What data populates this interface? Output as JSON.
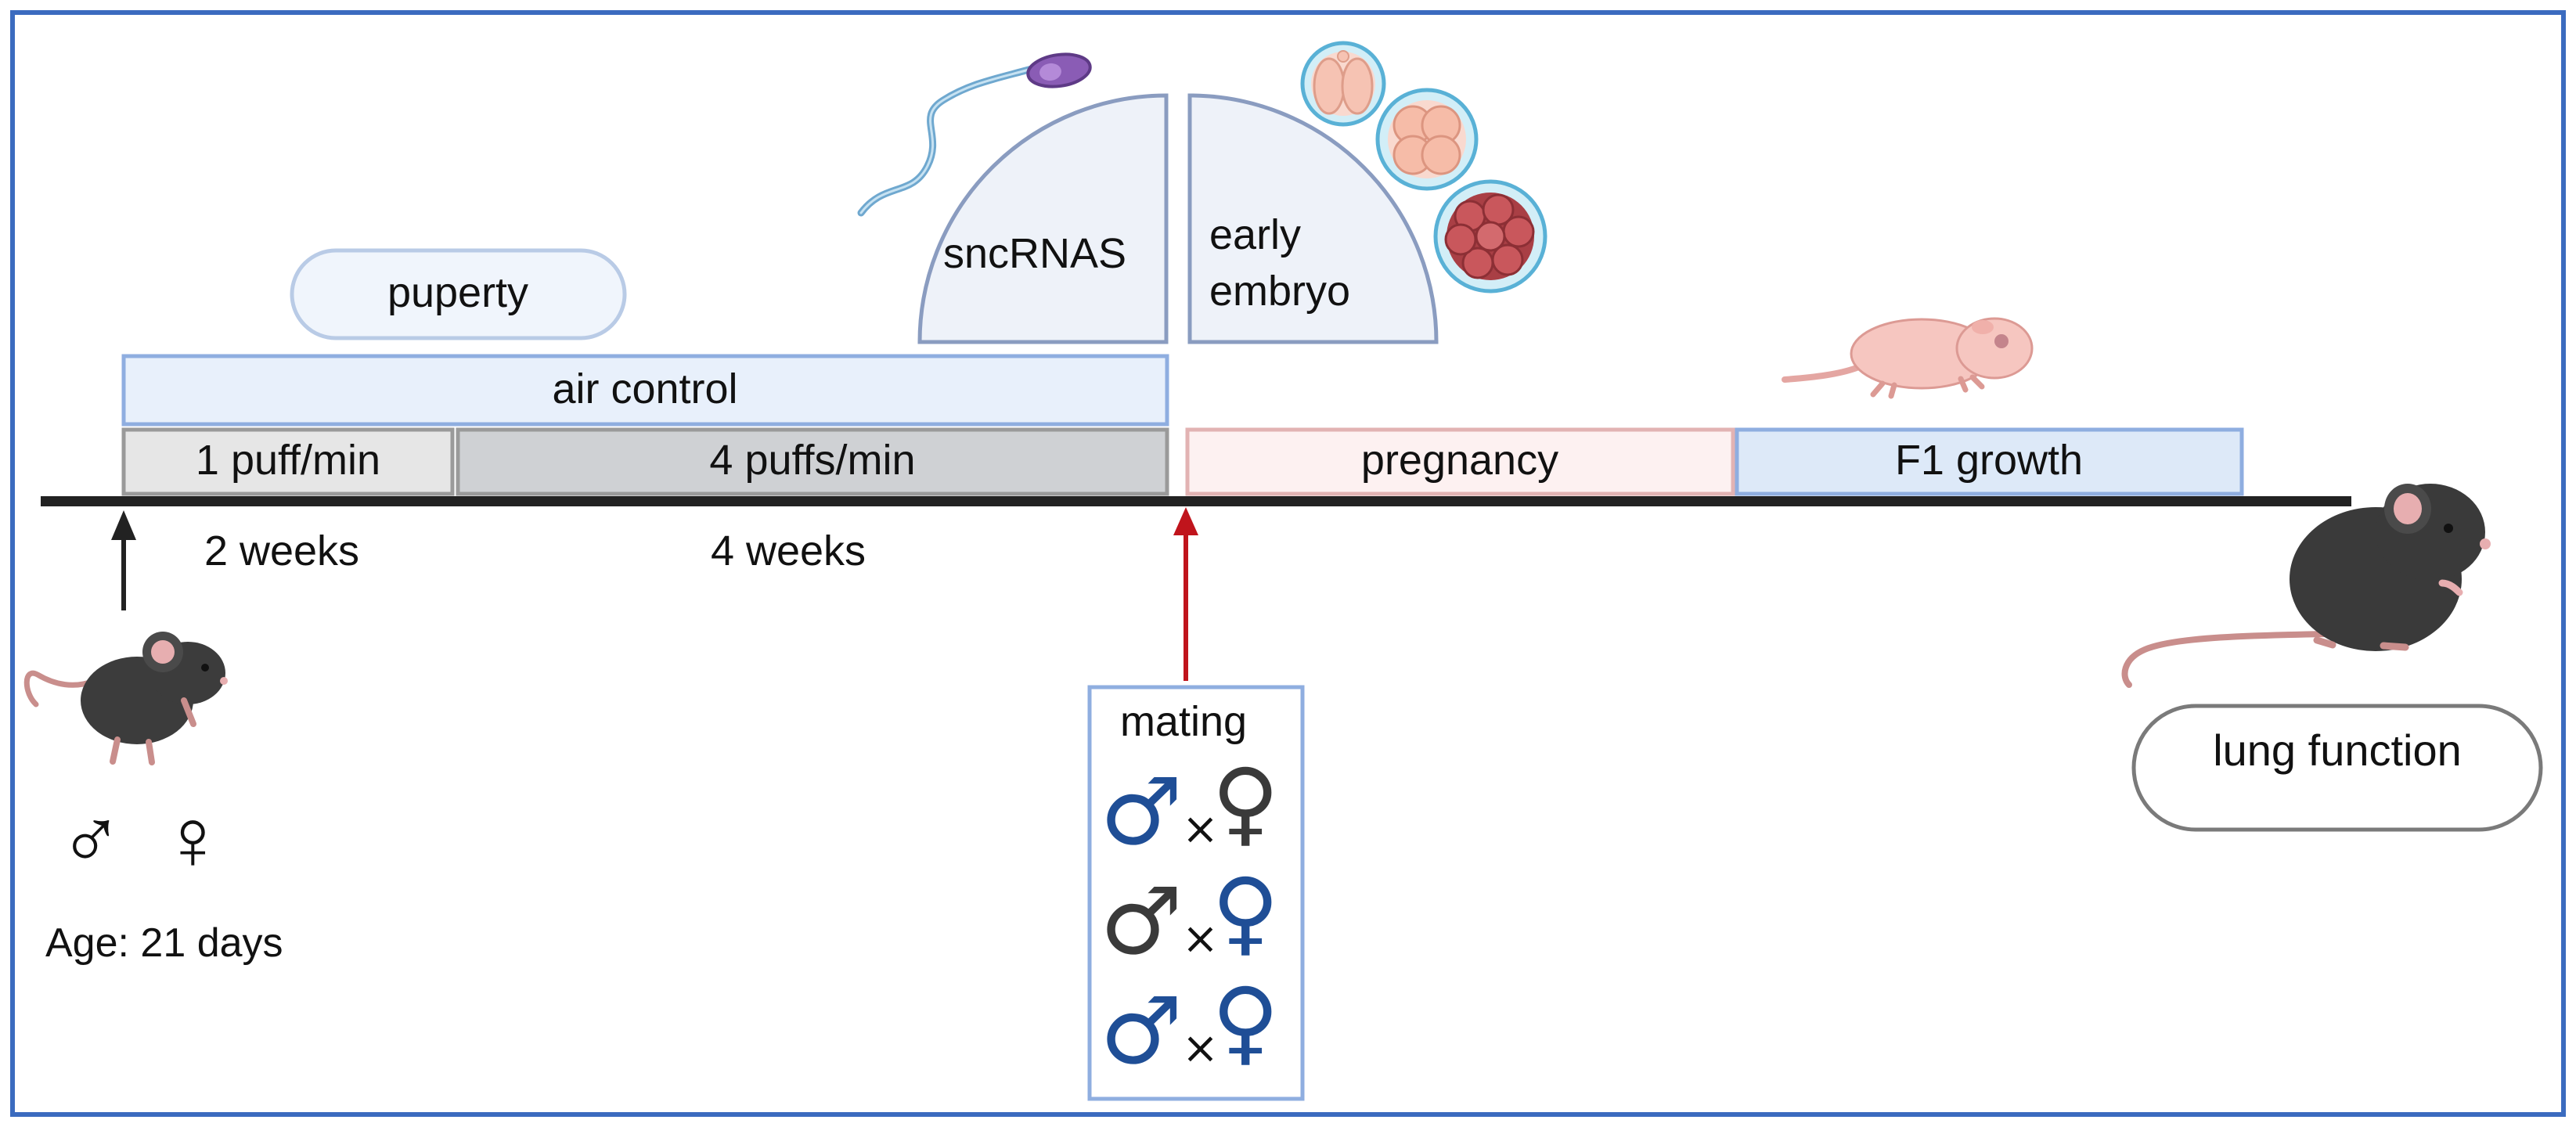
{
  "stages": {
    "puberty": "puperty",
    "air_control": "air control",
    "exposure_low": "1 puff/min",
    "exposure_high": "4 puffs/min",
    "pregnancy": "pregnancy",
    "f1_growth": "F1 growth"
  },
  "durations": {
    "first": "2 weeks",
    "second": "4 weeks"
  },
  "germline": {
    "sperm_label": "sncRNAS",
    "embryo_label_line1": "early",
    "embryo_label_line2": "embryo"
  },
  "mating": {
    "title": "mating",
    "cross_symbol": "×",
    "male_symbol": "♂",
    "female_symbol": "♀",
    "crosses": [
      {
        "male_color": "#1f4e96",
        "female_color": "#3a3a3a"
      },
      {
        "male_color": "#3a3a3a",
        "female_color": "#1f4e96"
      },
      {
        "male_color": "#1f4e96",
        "female_color": "#1f4e96"
      }
    ]
  },
  "start": {
    "sex_male": "♂",
    "sex_female": "♀",
    "age_label": "Age: 21 days"
  },
  "outcome": {
    "label": "lung function"
  },
  "colors": {
    "frame": "#3b6bbf",
    "timeline": "#222222",
    "mating_arrow": "#c0141c",
    "start_arrow": "#222222",
    "sex_blue": "#1f4e96",
    "sex_dark": "#3a3a3a"
  },
  "icons": [
    "sperm-icon",
    "embryo-2cell-icon",
    "embryo-4cell-icon",
    "morula-icon",
    "pup-icon",
    "young-mouse-icon",
    "adult-mouse-icon"
  ]
}
